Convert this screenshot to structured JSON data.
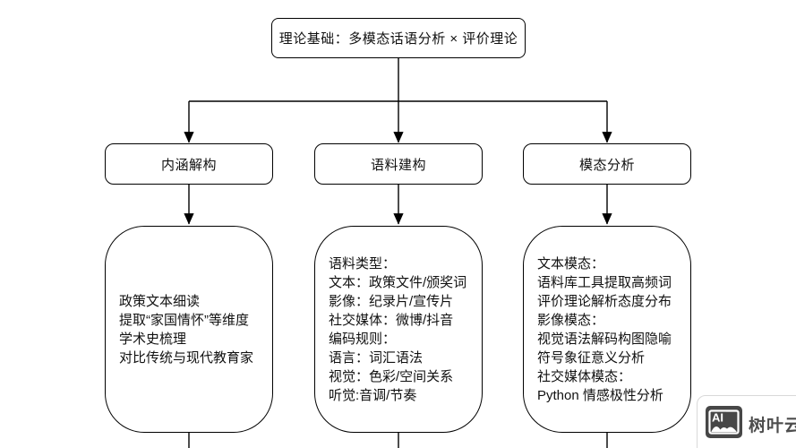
{
  "diagram": {
    "root_label": "理论基础：多模态话语分析 × 评价理论",
    "branches": [
      {
        "title": "内涵解构",
        "details": [
          "政策文本细读",
          "提取“家国情怀”等维度",
          "学术史梳理",
          "对比传统与现代教育家"
        ]
      },
      {
        "title": "语料建构",
        "details": [
          "语料类型：",
          "文本：政策文件/颁奖词",
          "影像：纪录片/宣传片",
          "社交媒体：微博/抖音",
          "编码规则：",
          "语言：词汇语法",
          "视觉：色彩/空间关系",
          "听觉:音调/节奏"
        ]
      },
      {
        "title": "模态分析",
        "details": [
          "文本模态：",
          "语料库工具提取高频词",
          "评价理论解析态度分布",
          "影像模态：",
          "视觉语法解码构图隐喻",
          "符号象征意义分析",
          "社交媒体模态：",
          "Python 情感极性分析"
        ]
      }
    ]
  },
  "colors": {
    "line": "#000000",
    "text": "#111111",
    "background": "#ffffff",
    "watermark_icon": "#474747",
    "watermark_text": "#4d4d4d"
  },
  "watermark": {
    "icon_text": "AI",
    "brand": "树叶云"
  }
}
